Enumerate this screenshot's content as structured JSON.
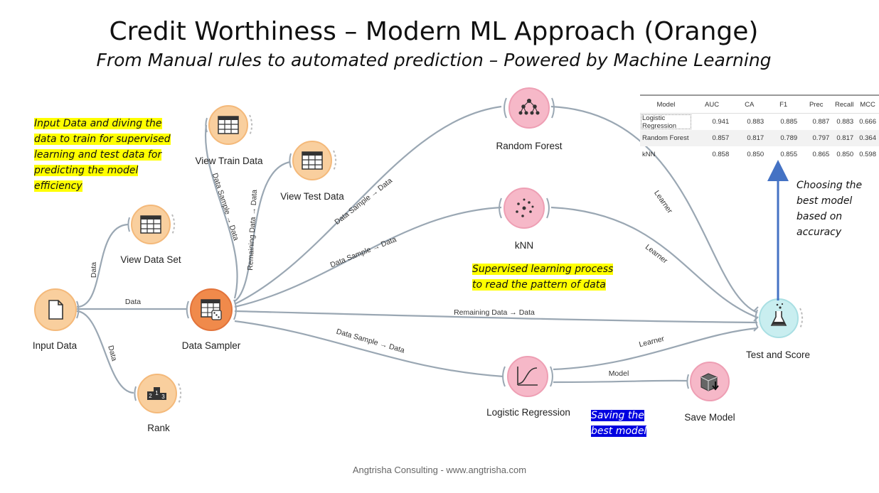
{
  "title": "Credit Worthiness – Modern ML Approach (Orange)",
  "subtitle": "From Manual rules to automated prediction – Powered by Machine Learning",
  "nodes": {
    "input_data": "Input Data",
    "view_data_set": "View Data Set",
    "rank": "Rank",
    "data_sampler": "Data Sampler",
    "view_train_data": "View Train Data",
    "view_test_data": "View Test Data",
    "random_forest": "Random Forest",
    "knn": "kNN",
    "logistic_regression": "Logistic Regression",
    "test_and_score": "Test and Score",
    "save_model": "Save Model"
  },
  "edges": {
    "data_view": "Data",
    "data_sampler": "Data",
    "data_rank": "Data",
    "sample_train": "Data Sample → Data",
    "remaining_test": "Remaining Data → Data",
    "sample_rf": "Data Sample → Data",
    "sample_knn": "Data Sample → Data",
    "remaining_score": "Remaining Data → Data",
    "sample_lr": "Data Sample → Data",
    "learner_rf": "Learner",
    "learner_knn": "Learner",
    "learner_lr": "Learner",
    "model": "Model"
  },
  "notes": {
    "input": [
      "Input Data and diving the",
      "data to train for supervised",
      "learning and test data for",
      "predicting the model",
      "efficiency"
    ],
    "supervised": [
      "Supervised learning process",
      "to read the pattern of data"
    ],
    "choosing": [
      "Choosing the",
      "best model",
      "based on",
      "accuracy"
    ],
    "saving": [
      "Saving the",
      "best model"
    ]
  },
  "table": {
    "headers": [
      "Model",
      "AUC",
      "CA",
      "F1",
      "Prec",
      "Recall",
      "MCC"
    ],
    "rows": [
      [
        "Logistic Regression",
        "0.941",
        "0.883",
        "0.885",
        "0.887",
        "0.883",
        "0.666"
      ],
      [
        "Random Forest",
        "0.857",
        "0.817",
        "0.789",
        "0.797",
        "0.817",
        "0.364"
      ],
      [
        "kNN",
        "0.858",
        "0.850",
        "0.855",
        "0.865",
        "0.850",
        "0.598"
      ]
    ]
  },
  "footer": "Angtrisha Consulting - www.angtrisha.com",
  "colors": {
    "data_node": "#f9cf9e",
    "sampler_node": "#f08a4b",
    "model_node": "#f6b8c8",
    "eval_node": "#c9eef0",
    "edge": "#9aa7b3",
    "highlight_yellow": "#ffff00",
    "highlight_blue": "#0000e0",
    "arrow_blue": "#4472c4"
  },
  "icons": {
    "input_data": "document-icon",
    "view_data_set": "table-icon",
    "rank": "podium-icon",
    "data_sampler": "table-dice-icon",
    "view_train_data": "table-icon",
    "view_test_data": "table-icon",
    "random_forest": "tree-icon",
    "knn": "dots-cluster-icon",
    "logistic_regression": "sigmoid-icon",
    "test_and_score": "flask-icon",
    "save_model": "box-download-icon"
  }
}
